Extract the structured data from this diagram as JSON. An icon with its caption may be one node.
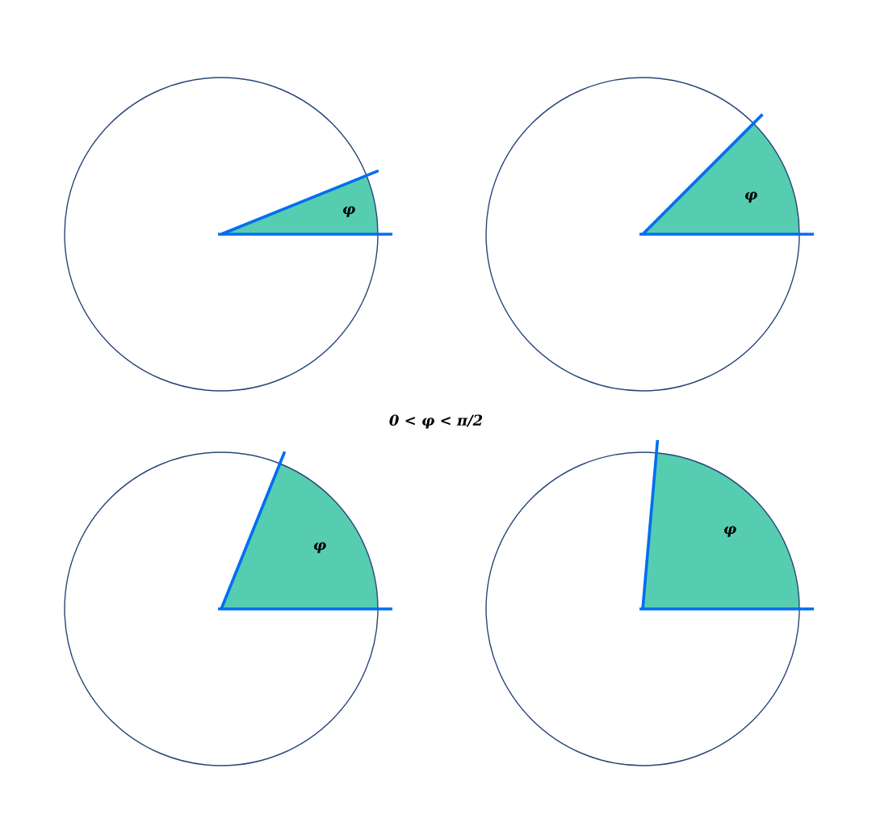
{
  "diagram": {
    "labels": [
      "φ",
      "φ",
      "0 < φ < π/2",
      "φ",
      "φ"
    ]
  }
}
